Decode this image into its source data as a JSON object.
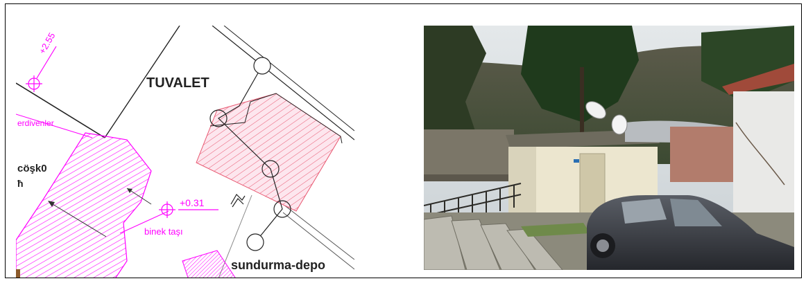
{
  "plan": {
    "labels": {
      "tuvalet": "TUVALET",
      "erdivenler": "erdivenler",
      "kosk": "cöşk0",
      "kosk2": "ħ",
      "binek": "binek taşı",
      "elev_top": "+2.55",
      "elev_mid": "+0.31",
      "sundurma": "sundurma-depo"
    },
    "colors": {
      "magenta": "#ff00ff",
      "pink_hatch": "#e8566f",
      "line": "#222222"
    }
  },
  "photo": {
    "colors": {
      "sky": "#cfd6dc",
      "tree": "#1f3a1c",
      "wall": "#ece6cf",
      "roof": "#a04a3a",
      "car": "#3a3d44"
    }
  }
}
